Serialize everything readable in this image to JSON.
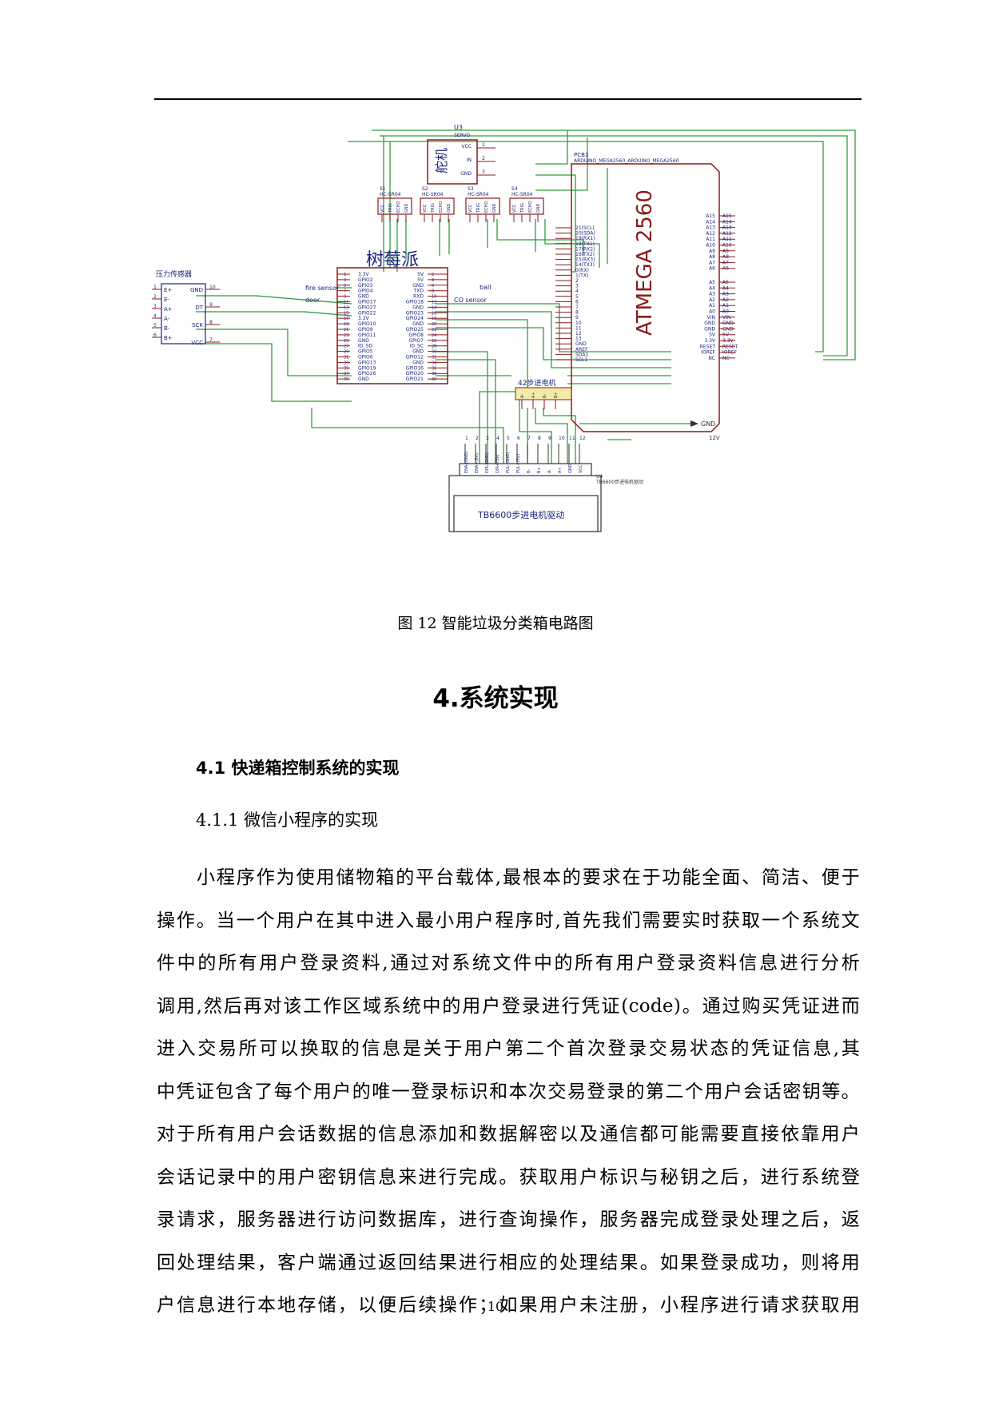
{
  "figure": {
    "caption": "图 12 智能垃圾分类箱电路图",
    "labels": {
      "servo_ref": "U3",
      "servo_model": "SERVO",
      "servo_name": "舵机",
      "servo_pins": [
        "VCC",
        "IN",
        "GND"
      ],
      "servo_pin_nums": [
        "1",
        "2",
        "3"
      ],
      "sensor_refs": [
        "S1",
        "S2",
        "S3",
        "S4"
      ],
      "sensor_model": "HC-SR04",
      "sensor_pins": [
        "VCC",
        "TRIG",
        "ECHO",
        "GND"
      ],
      "pcb_ref": "PCB1",
      "pcb_model": "ARDUINO_MEGA2560_ARDUINO_MEGA2560",
      "mega_chip": "ATMEGA 2560",
      "pi_title": "树莓派",
      "pi_left_pins": [
        "3.3V",
        "GPIO2",
        "GPIO3",
        "GPIO4",
        "GND",
        "GPIO17",
        "GPIO27",
        "GPIO22",
        "3.3V",
        "GPIO10",
        "GPIO9",
        "GPIO11",
        "GND",
        "ID_SD",
        "GPIO5",
        "GPIO6",
        "GPIO13",
        "GPIO19",
        "GPIO26",
        "GND"
      ],
      "pi_right_pins": [
        "5V",
        "5V",
        "GND",
        "TXD",
        "RXD",
        "GPIO18",
        "GND",
        "GPIO23",
        "GPIO24",
        "GND",
        "GPIO25",
        "GPIO8",
        "GPIO7",
        "ID_SC",
        "GND",
        "GPIO12",
        "GND",
        "GPIO16",
        "GPIO20",
        "GPIO21"
      ],
      "pressure_title": "压力传感器",
      "pressure_left_pins": [
        "E+",
        "E-",
        "A+",
        "A-",
        "B-",
        "B+"
      ],
      "pressure_right_pins": [
        "GND",
        "DT",
        "SCK",
        "VCC"
      ],
      "pressure_right_nums": [
        "10",
        "9",
        "8",
        "7"
      ],
      "net_labels": [
        "fire sensor",
        "door",
        "ball",
        "CO sensor"
      ],
      "mega_right_pins": [
        "A15",
        "A14",
        "A13",
        "A12",
        "A11",
        "A10",
        "A9",
        "A8",
        "A7",
        "A6",
        "A5",
        "A4",
        "A3",
        "A2",
        "A1",
        "A0",
        "VIN",
        "GND",
        "GND",
        "5V",
        "3.3V",
        "RESET",
        "IOREF",
        "NC"
      ],
      "mega_left_pins": [
        "21(SCL)",
        "20(SDA)",
        "19(RX1)",
        "18(TX1)",
        "17(RX2)",
        "16(TX2)",
        "15(RX3)",
        "14(TX3)",
        "0(RX)",
        "1(TX)",
        "2",
        "3",
        "4",
        "5",
        "6",
        "7",
        "8",
        "9",
        "10",
        "11",
        "12",
        "13",
        "GND",
        "AREF",
        "SDA1",
        "SCL1"
      ],
      "stepper_title": "42步进电机",
      "stepper_pins": [
        "A-",
        "A+",
        "B-",
        "B+"
      ],
      "gnd_label": "GND",
      "v12_label": "12V",
      "driver_name": "TB6600步进电机驱动",
      "driver_ref": "U4",
      "driver_sub": "TB6600步进电机驱动",
      "driver_pins": [
        "ENA-(GND)",
        "ENA+(5V)",
        "DIR-(GND)",
        "DIR+(5V)",
        "PUL-(GND)",
        "PUL+(5V)",
        "B-",
        "B+",
        "A-",
        "A+",
        "GND",
        "VCC"
      ],
      "driver_pin_nums": [
        "1",
        "2",
        "3",
        "4",
        "5",
        "6",
        "7",
        "8",
        "9",
        "10",
        "11",
        "12"
      ]
    }
  },
  "section": {
    "chapter_title": "4.系统实现",
    "subsection_title": "4.1 快递箱控制系统的实现",
    "subsubsection_title": "4.1.1 微信小程序的实现"
  },
  "paragraph": {
    "lines": [
      "小程序作为使用储物箱的平台载体,最根本的要求在于功能全面、简洁、便于",
      "操作。当一个用户在其中进入最小用户程序时,首先我们需要实时获取一个系统文",
      "件中的所有用户登录资料,通过对系统文件中的所有用户登录资料信息进行分析",
      "调用,然后再对该工作区域系统中的用户登录进行凭证(code)。通过购买凭证进而",
      "进入交易所可以换取的信息是关于用户第二个首次登录交易状态的凭证信息,其",
      "中凭证包含了每个用户的唯一登录标识和本次交易登录的第二个用户会话密钥等。",
      "对于所有用户会话数据的信息添加和数据解密以及通信都可能需要直接依靠用户",
      "会话记录中的用户密钥信息来进行完成。获取用户标识与秘钥之后，进行系统登",
      "录请求，服务器进行访问数据库，进行查询操作，服务器完成登录处理之后，返",
      "回处理结果，客户端通过返回结果进行相应的处理结果。如果登录成功，则将用",
      "户信息进行本地存储，以便后续操作；如果用户未注册，小程序进行请求获取用"
    ]
  },
  "page_number": "10",
  "colors": {
    "wire": "#2e9e3a",
    "component": "#8b1a1a",
    "pin": "#1a237e"
  }
}
